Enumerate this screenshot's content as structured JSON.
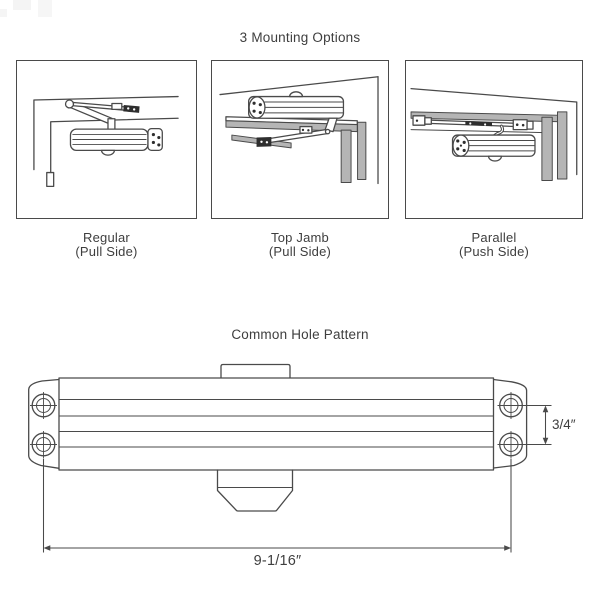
{
  "mounting_section": {
    "title": "3 Mounting Options",
    "options": [
      {
        "name": "regular",
        "line1": "Regular",
        "line2": "(Pull Side)"
      },
      {
        "name": "top-jamb",
        "line1": "Top Jamb",
        "line2": "(Pull Side)"
      },
      {
        "name": "parallel",
        "line1": "Parallel",
        "line2": "(Push Side)"
      }
    ]
  },
  "hole_pattern_section": {
    "title": "Common Hole Pattern",
    "vertical_dimension": "3/4″",
    "horizontal_dimension": "9-1/16″"
  },
  "colors": {
    "line": "#4a4a4a",
    "text": "#3e3e3e",
    "gray_fill": "#b5b5b5",
    "dark_fill": "#2e2e2e",
    "background": "#ffffff"
  }
}
